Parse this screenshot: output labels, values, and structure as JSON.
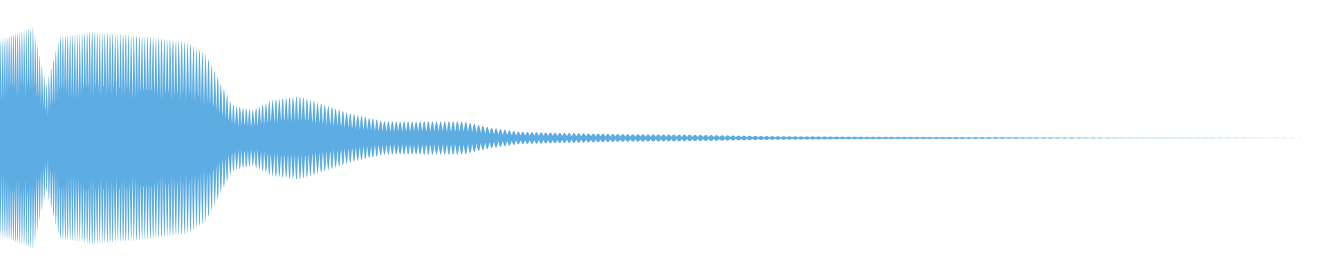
{
  "waveform": {
    "color": "#5dade2",
    "background": "#ffffff",
    "envelope_description": [
      {
        "t": 0.0,
        "amp": 0.78
      },
      {
        "t": 0.025,
        "amp": 0.88
      },
      {
        "t": 0.035,
        "amp": 0.42
      },
      {
        "t": 0.045,
        "amp": 0.8
      },
      {
        "t": 0.07,
        "amp": 0.84
      },
      {
        "t": 0.11,
        "amp": 0.8
      },
      {
        "t": 0.14,
        "amp": 0.76
      },
      {
        "t": 0.155,
        "amp": 0.66
      },
      {
        "t": 0.165,
        "amp": 0.46
      },
      {
        "t": 0.175,
        "amp": 0.26
      },
      {
        "t": 0.19,
        "amp": 0.22
      },
      {
        "t": 0.205,
        "amp": 0.3
      },
      {
        "t": 0.225,
        "amp": 0.33
      },
      {
        "t": 0.245,
        "amp": 0.26
      },
      {
        "t": 0.265,
        "amp": 0.19
      },
      {
        "t": 0.29,
        "amp": 0.13
      },
      {
        "t": 0.32,
        "amp": 0.13
      },
      {
        "t": 0.35,
        "amp": 0.13
      },
      {
        "t": 0.37,
        "amp": 0.08
      },
      {
        "t": 0.39,
        "amp": 0.05
      },
      {
        "t": 0.42,
        "amp": 0.04
      },
      {
        "t": 0.47,
        "amp": 0.03
      },
      {
        "t": 0.52,
        "amp": 0.025
      },
      {
        "t": 0.58,
        "amp": 0.015
      },
      {
        "t": 0.65,
        "amp": 0.01
      },
      {
        "t": 0.72,
        "amp": 0.007
      },
      {
        "t": 0.78,
        "amp": 0.004
      },
      {
        "t": 0.85,
        "amp": 0.002
      },
      {
        "t": 1.0,
        "amp": 0.0
      }
    ]
  }
}
